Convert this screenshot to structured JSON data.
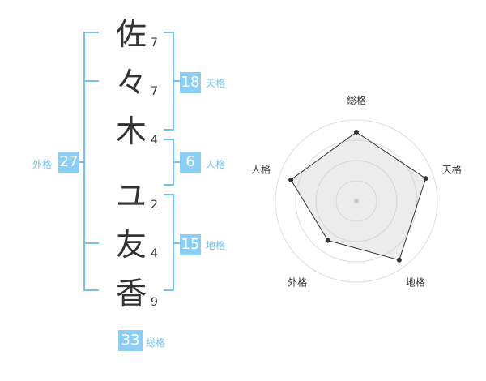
{
  "name": {
    "chars": [
      {
        "char": "佐",
        "strokes": "7"
      },
      {
        "char": "々",
        "strokes": "7"
      },
      {
        "char": "木",
        "strokes": "4"
      },
      {
        "char": "ユ",
        "strokes": "2"
      },
      {
        "char": "友",
        "strokes": "4"
      },
      {
        "char": "香",
        "strokes": "9"
      }
    ]
  },
  "fortune": {
    "tenkaku": {
      "value": "18",
      "label": "天格"
    },
    "jinkaku": {
      "value": "6",
      "label": "人格"
    },
    "chikaku": {
      "value": "15",
      "label": "地格"
    },
    "gaikaku": {
      "value": "27",
      "label": "外格"
    },
    "soukaku": {
      "value": "33",
      "label": "総格"
    }
  },
  "colors": {
    "accent": "#8ccff4",
    "accent_text": "#74c3ee",
    "bracket": "#74c3ee"
  },
  "chart_data": {
    "type": "radar",
    "axes": [
      "総格",
      "天格",
      "地格",
      "外格",
      "人格"
    ],
    "values": [
      0.85,
      0.9,
      0.9,
      0.6,
      0.85
    ],
    "range": [
      0,
      1
    ],
    "rings": 4
  }
}
